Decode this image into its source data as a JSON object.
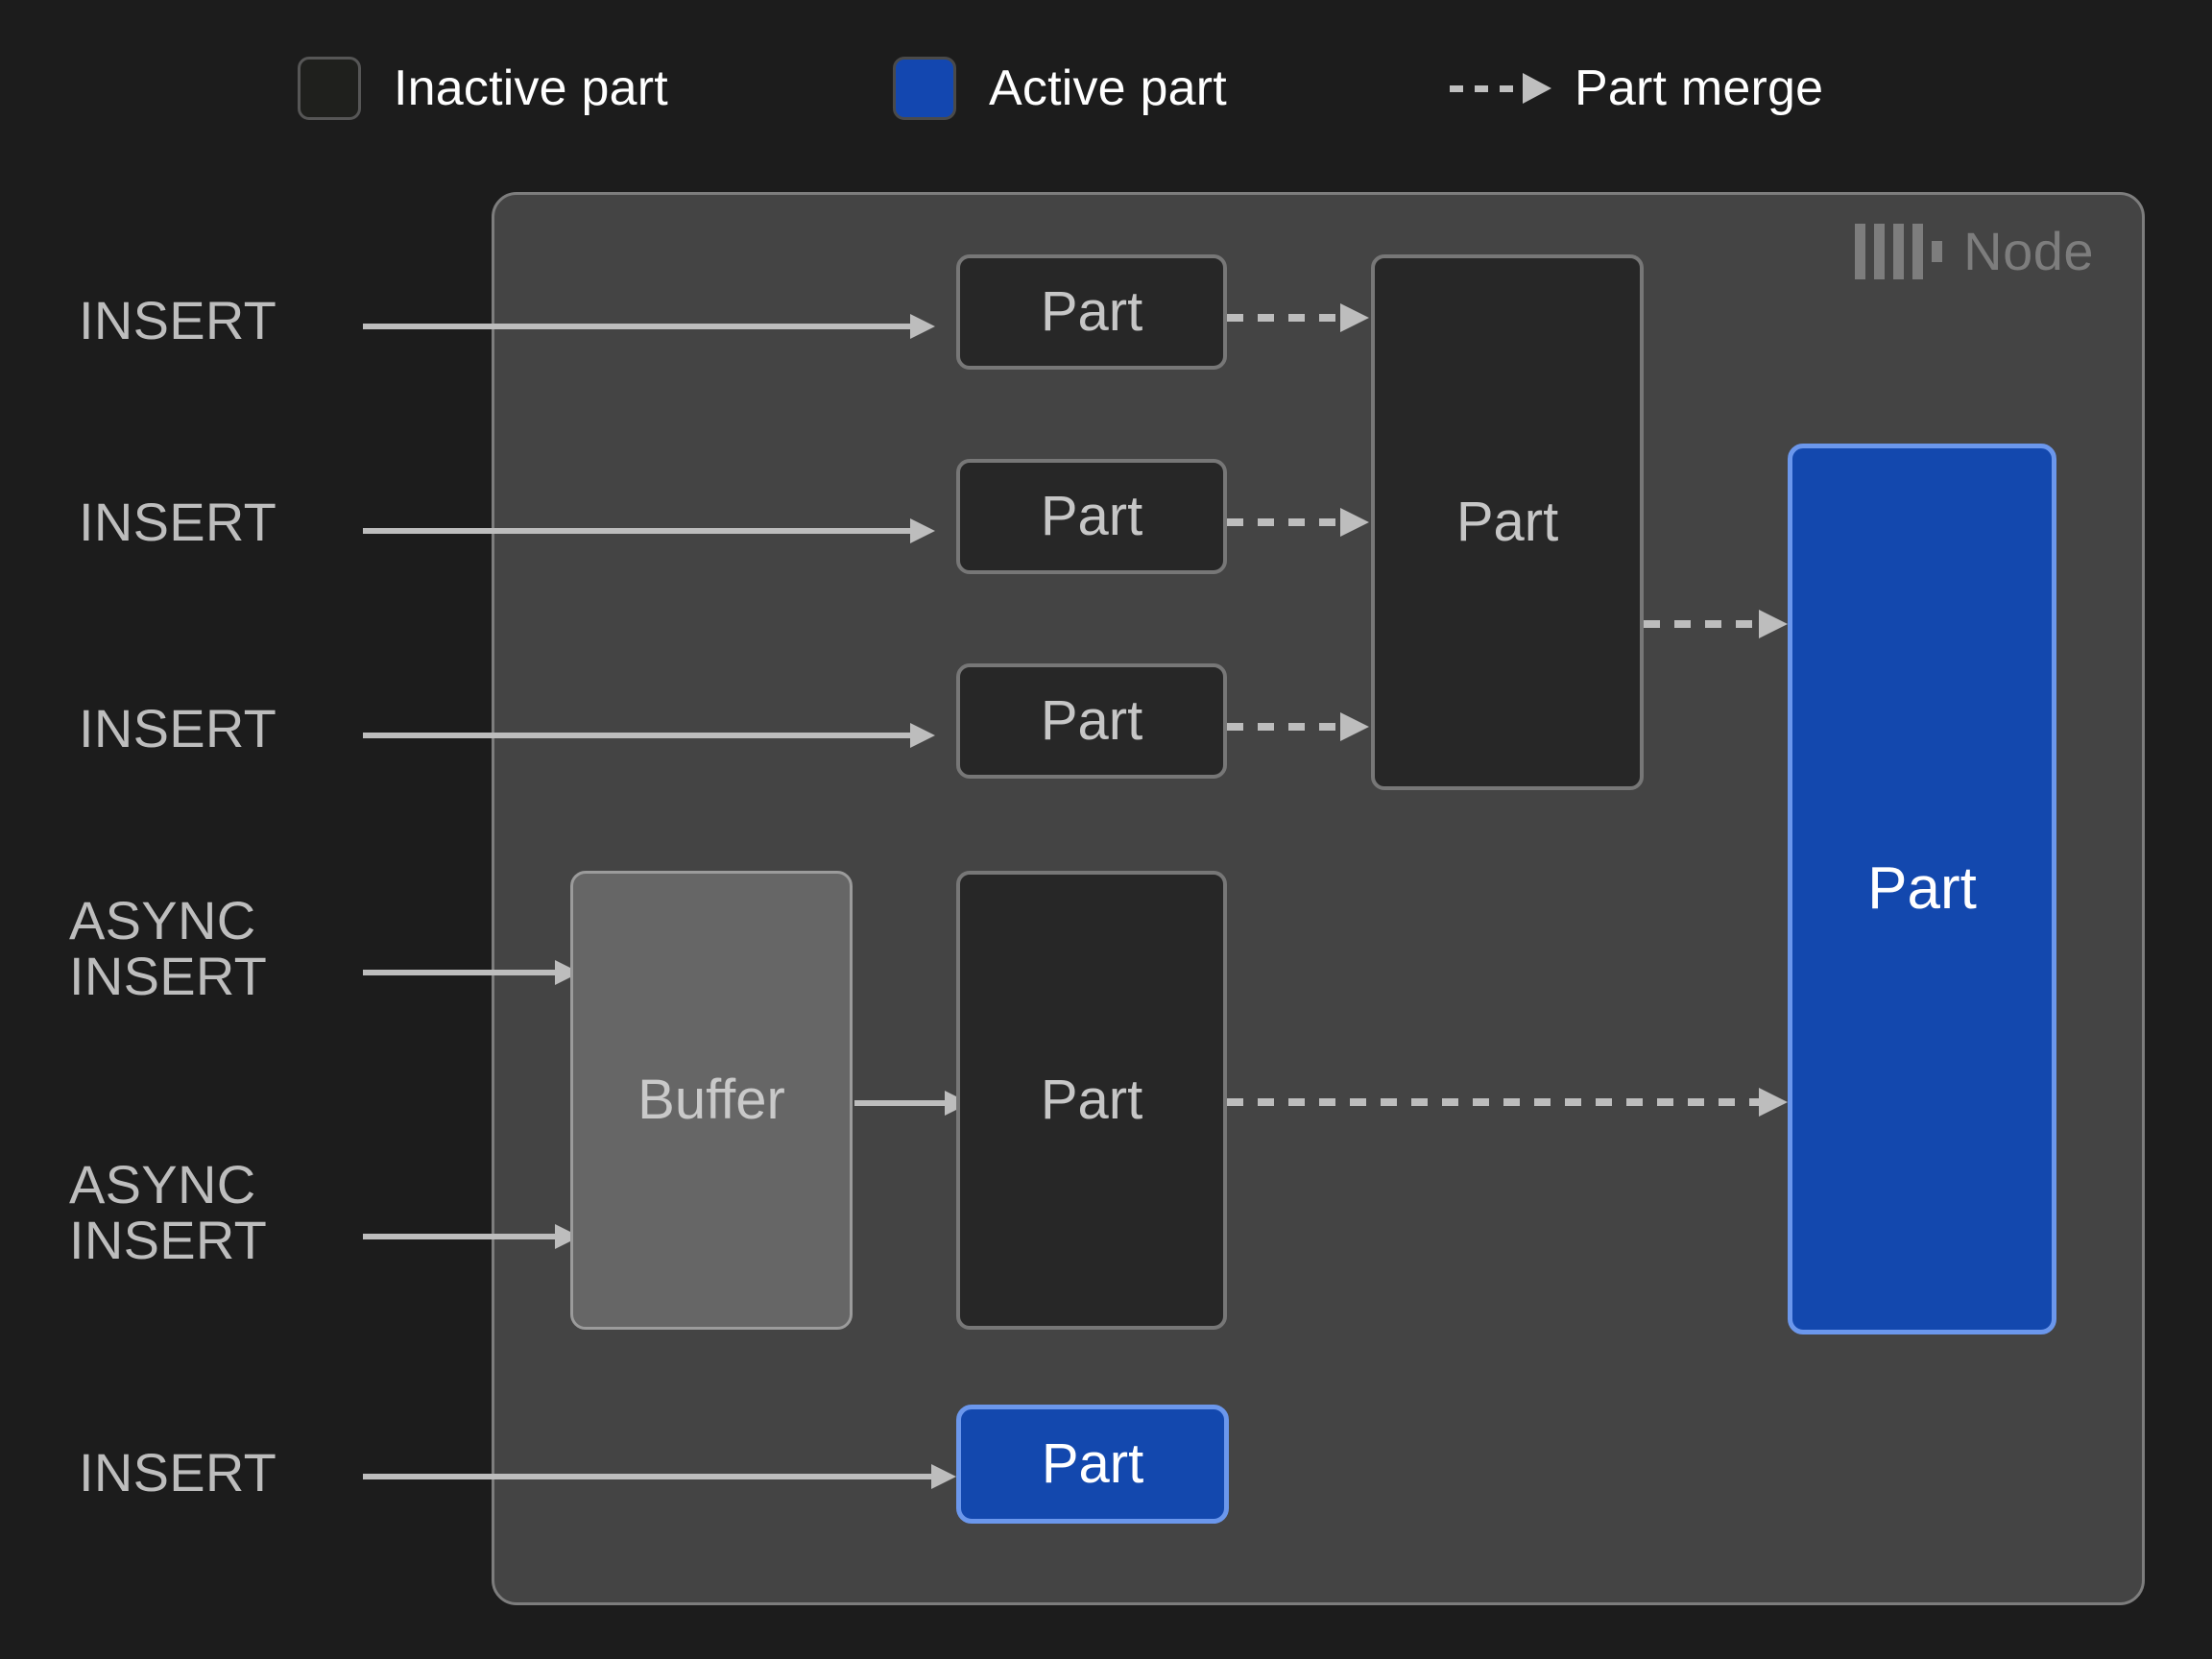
{
  "legend": {
    "items": [
      {
        "label": "Inactive part",
        "kind": "swatch-inactive",
        "color": "#1f201d"
      },
      {
        "label": "Active part",
        "kind": "swatch-active",
        "color": "#1347b0"
      },
      {
        "label": "Part merge",
        "kind": "dashed-arrow",
        "color": "#bfbfbf"
      }
    ]
  },
  "node": {
    "label": "Node",
    "logo_icon": "clickhouse-logo-icon",
    "panel_color": "#444444",
    "border_color": "#7d7d7d"
  },
  "sources": [
    {
      "id": "insert-1",
      "text": "INSERT"
    },
    {
      "id": "insert-2",
      "text": "INSERT"
    },
    {
      "id": "insert-3",
      "text": "INSERT"
    },
    {
      "id": "async-insert-1",
      "text": "ASYNC\nINSERT"
    },
    {
      "id": "async-insert-2",
      "text": "ASYNC\nINSERT"
    },
    {
      "id": "insert-4",
      "text": "INSERT"
    }
  ],
  "boxes": [
    {
      "id": "part-1",
      "label": "Part",
      "state": "inactive"
    },
    {
      "id": "part-2",
      "label": "Part",
      "state": "inactive"
    },
    {
      "id": "part-3",
      "label": "Part",
      "state": "inactive"
    },
    {
      "id": "part-merged-1",
      "label": "Part",
      "state": "inactive"
    },
    {
      "id": "buffer",
      "label": "Buffer",
      "state": "buffer"
    },
    {
      "id": "part-from-buffer",
      "label": "Part",
      "state": "inactive"
    },
    {
      "id": "part-active-large",
      "label": "Part",
      "state": "active"
    },
    {
      "id": "part-active-small",
      "label": "Part",
      "state": "active"
    }
  ],
  "colors": {
    "background": "#1c1c1c",
    "inactive_part_fill": "#272727",
    "inactive_part_border": "#777777",
    "active_part_fill": "#1348ae",
    "active_part_border": "#6b97ec",
    "buffer_fill": "#666666",
    "buffer_border": "#9b9b9b",
    "arrow": "#bdbdbd",
    "text": "#bdbdbd",
    "node_text": "#7d7d7d"
  }
}
